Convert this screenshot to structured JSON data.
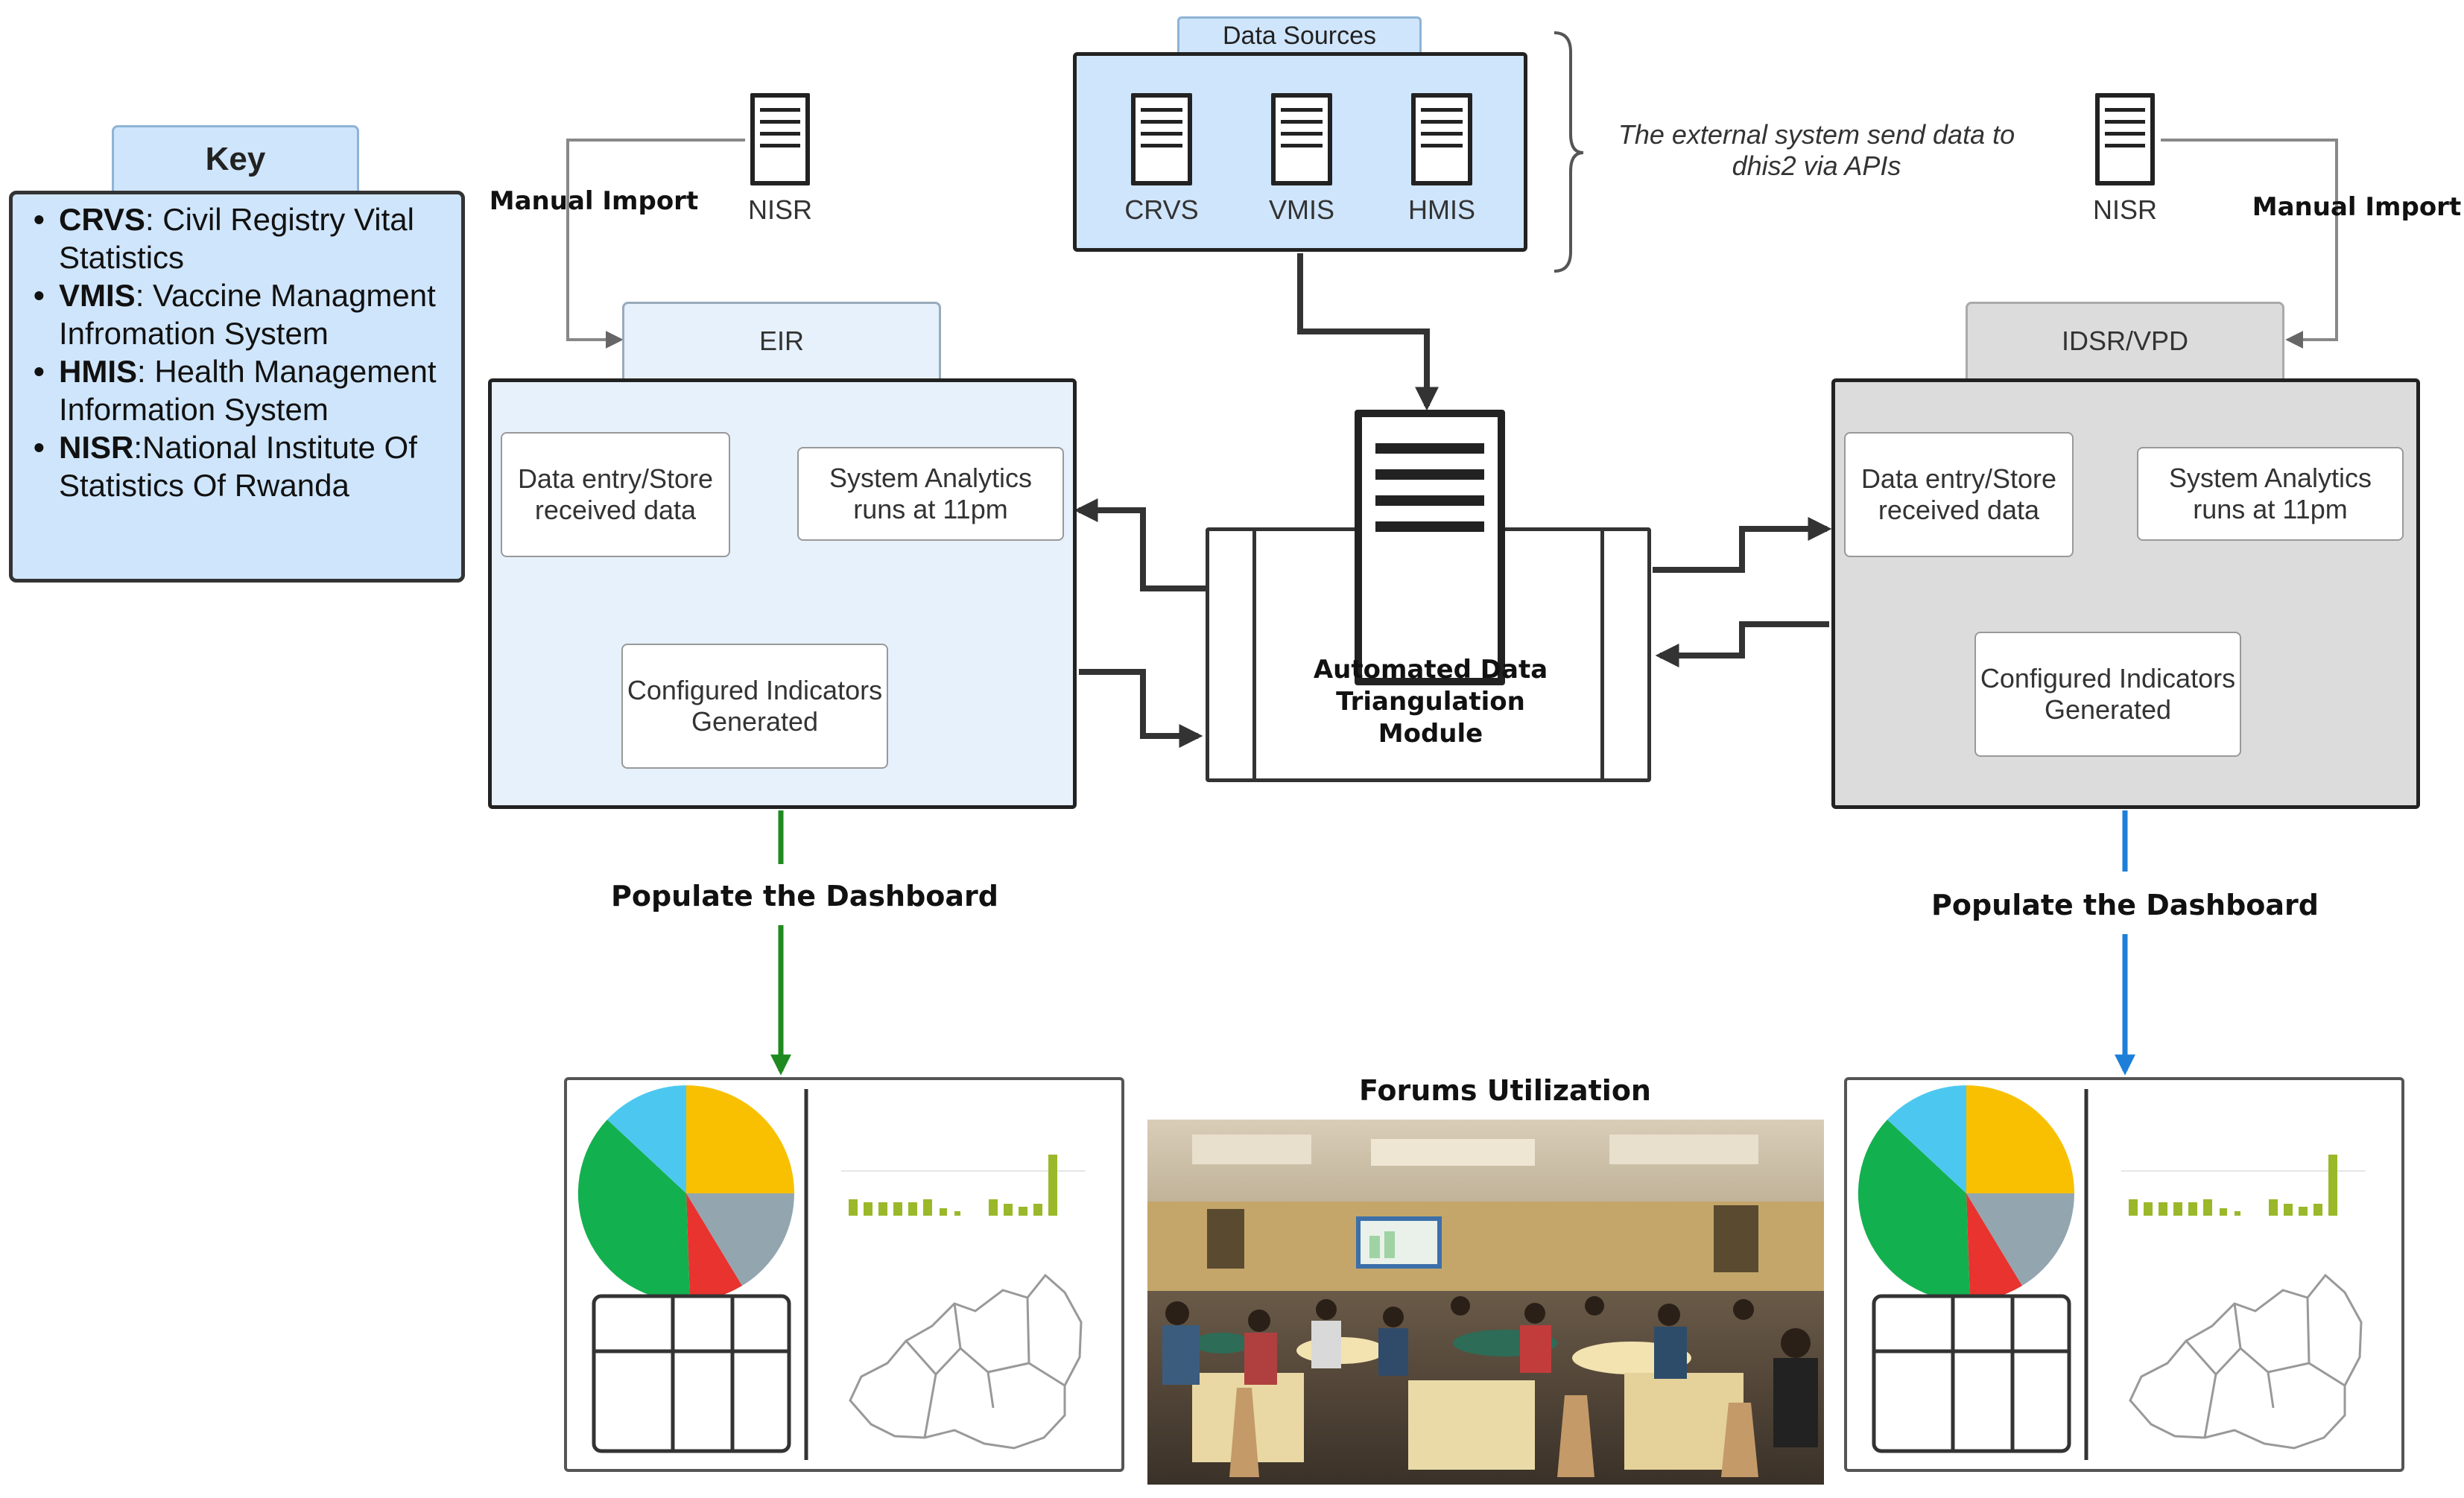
{
  "key": {
    "title": "Key",
    "items": [
      {
        "abbr": "CRVS",
        "sep": ": ",
        "desc": "Civil Registry Vital Statistics"
      },
      {
        "abbr": "VMIS",
        "sep": ": ",
        "desc": "Vaccine Managment Infromation System"
      },
      {
        "abbr": "HMIS",
        "sep": ": ",
        "desc": "Health Management Information System"
      },
      {
        "abbr": "NISR",
        "sep": ":",
        "desc": "National Institute Of Statistics Of Rwanda"
      }
    ]
  },
  "data_sources": {
    "title": "Data Sources",
    "servers": [
      "CRVS",
      "VMIS",
      "HMIS"
    ],
    "note": "The external system send data to dhis2 via APIs"
  },
  "left": {
    "import_label": "Manual Import",
    "source": "NISR",
    "system": "EIR",
    "step1": "Data entry/Store received data",
    "step2": "System Analytics runs at 11pm",
    "step3": "Configured Indicators Generated",
    "populate": "Populate the Dashboard"
  },
  "right": {
    "import_label": "Manual Import",
    "source": "NISR",
    "system": "IDSR/VPD",
    "step1": "Data entry/Store received data",
    "step2": "System Analytics runs at 11pm",
    "step3": "Configured Indicators Generated",
    "populate": "Populate the Dashboard"
  },
  "module": {
    "label": "Automated Data Triangulation Module"
  },
  "forums": {
    "title": "Forums Utilization"
  },
  "colors": {
    "light_blue": "#cfe5fb",
    "panel_blue": "#e6f1fc",
    "panel_grey": "#dcdcdc",
    "green_arrow": "#1f8a1f",
    "blue_arrow": "#1e7fd8",
    "pie_yellow": "#f8c000",
    "pie_grey": "#93a6b0",
    "pie_red": "#e8332f",
    "pie_green": "#13b04f",
    "pie_cyan": "#4cc8f0",
    "bar_green": "#9ab82a"
  },
  "icons": [
    "server-icon",
    "pie-chart-icon",
    "bar-chart-icon",
    "table-icon",
    "rwanda-map-icon",
    "photo"
  ]
}
